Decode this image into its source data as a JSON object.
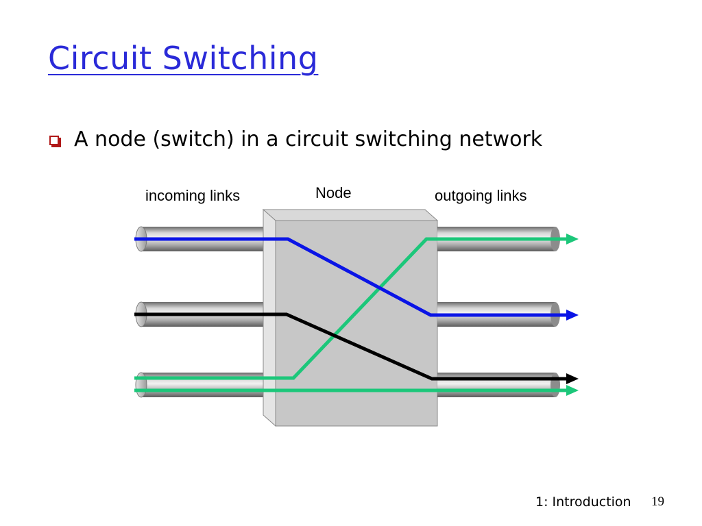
{
  "slide": {
    "title": "Circuit Switching",
    "bullet": "A node (switch) in a circuit switching network"
  },
  "diagram": {
    "label_incoming": "incoming links",
    "label_node": "Node",
    "label_outgoing": "outgoing links",
    "colors": {
      "blue_circuit": "#0a14e6",
      "black_circuit": "#000000",
      "green_circuit": "#1cc77a",
      "node_fill": "#c7c7c7",
      "pipe_gray": "#9a9a9a"
    }
  },
  "footer": {
    "section": "1: Introduction",
    "page": "19"
  }
}
